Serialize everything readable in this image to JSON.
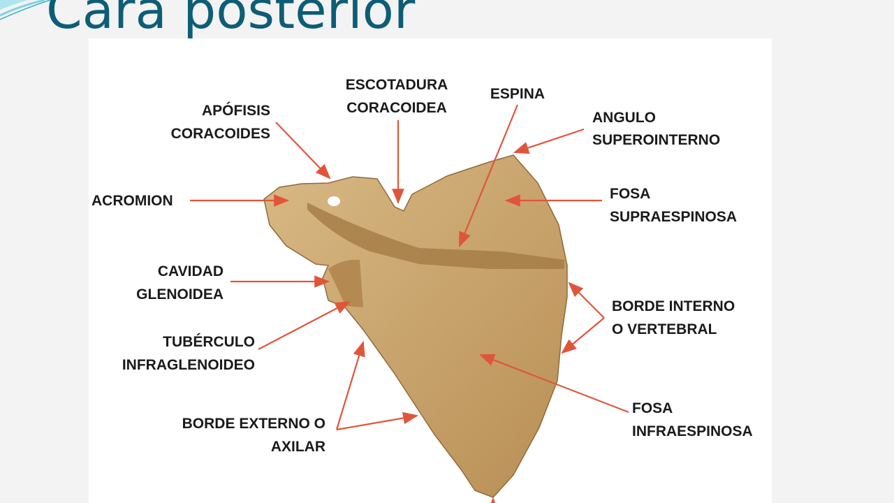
{
  "slide": {
    "title": "Cara posterior"
  },
  "diagram": {
    "colors": {
      "bone": "#c9a26a",
      "arrow": "#e0553a",
      "title": "#0d5d76"
    },
    "labels": {
      "apofisis_coracoides": [
        "APÓFISIS",
        "CORACOIDES"
      ],
      "escotadura_coracoidea": [
        "ESCOTADURA",
        "CORACOIDEA"
      ],
      "espina": [
        "ESPINA"
      ],
      "angulo_superointerno": [
        "ANGULO",
        "SUPEROINTERNO"
      ],
      "acromion": [
        "ACROMION"
      ],
      "fosa_supraespinosa": [
        "FOSA",
        "SUPRAESPINOSA"
      ],
      "cavidad_glenoidea": [
        "CAVIDAD",
        "GLENOIDEA"
      ],
      "borde_interno": [
        "BORDE INTERNO",
        "O VERTEBRAL"
      ],
      "tuberculo_infraglenoideo": [
        "TUBÉRCULO",
        "INFRAGLENOIDEO"
      ],
      "fosa_infraespinosa": [
        "FOSA",
        "INFRAESPINOSA"
      ],
      "borde_externo": [
        "BORDE EXTERNO O",
        "AXILAR"
      ]
    }
  }
}
